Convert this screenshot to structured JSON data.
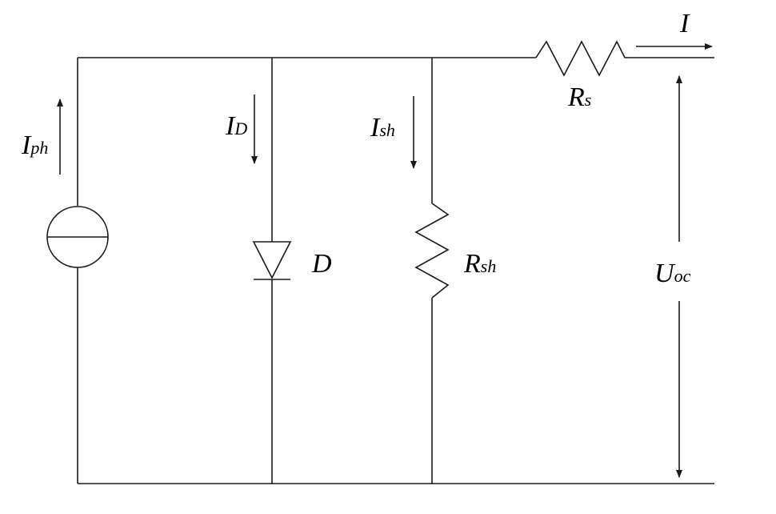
{
  "diagram": {
    "labels": {
      "current_source": {
        "main": "I",
        "sub": "ph"
      },
      "diode_current": {
        "main": "I",
        "sub": "D"
      },
      "diode": {
        "main": "D",
        "sub": ""
      },
      "shunt_current": {
        "main": "I",
        "sub": "sh"
      },
      "shunt_resistor": {
        "main": "R",
        "sub": "sh"
      },
      "series_resistor": {
        "main": "R",
        "sub": "s"
      },
      "output_current": {
        "main": "I",
        "sub": ""
      },
      "open_circuit_voltage": {
        "main": "U",
        "sub": "oc"
      }
    },
    "colors": {
      "line": "#1a1a1a",
      "background": "#ffffff"
    }
  }
}
